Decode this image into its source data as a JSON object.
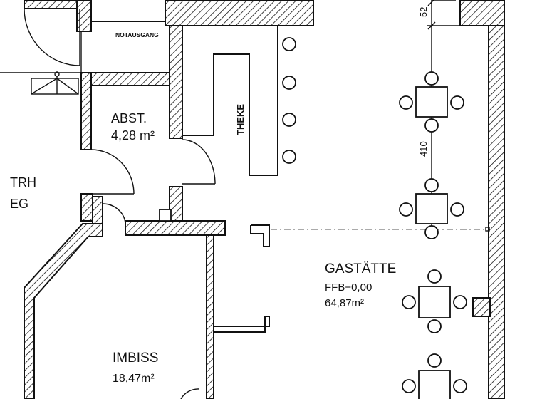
{
  "rooms": {
    "notausgang": "NOTAUSGANG",
    "abst_name": "ABST.",
    "abst_area": "4,28 m²",
    "theke": "THEKE",
    "trh_line1": "TRH",
    "trh_line2": "EG",
    "gastaette_name": "GASTÄTTE",
    "gastaette_ffb": "FFB−0,00",
    "gastaette_area": "64,87m²",
    "imbiss_name": "IMBISS",
    "imbiss_area": "18,47m²"
  },
  "dimensions": {
    "top": "52",
    "vertical": "410"
  },
  "colors": {
    "ink": "#111111",
    "background": "#ffffff"
  }
}
